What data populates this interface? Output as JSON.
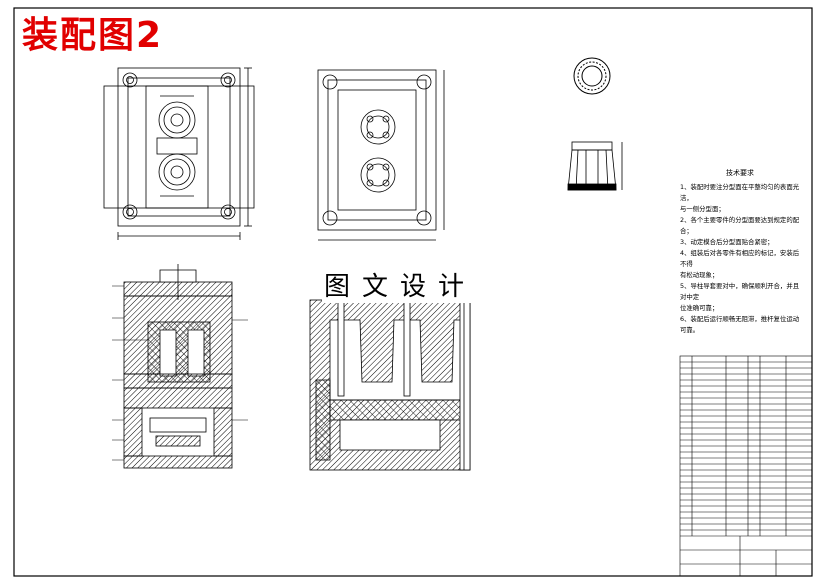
{
  "title": "装配图2",
  "watermark": "图文设计",
  "notes_title": "技术要求",
  "notes": [
    "1、装配时要注分型面在平整均匀的表面光洁，",
    "   与一侧分型面；",
    "2、各个主要零件的分型面要达到规定的配",
    "   合；",
    "3、动定模合后分型面贴合紧密；",
    "4、组装后对各零件有相应的标记，安装后不得",
    "   有松动现象；",
    "5、导柱导套要对中，确保顺利开合，并且对中定",
    "   位准确可靠；",
    "6、装配后运行顺畅无阻滞，推杆复位运动可靠。"
  ],
  "colors": {
    "title": "#e10000",
    "line": "#000000",
    "hatch": "#000000"
  }
}
